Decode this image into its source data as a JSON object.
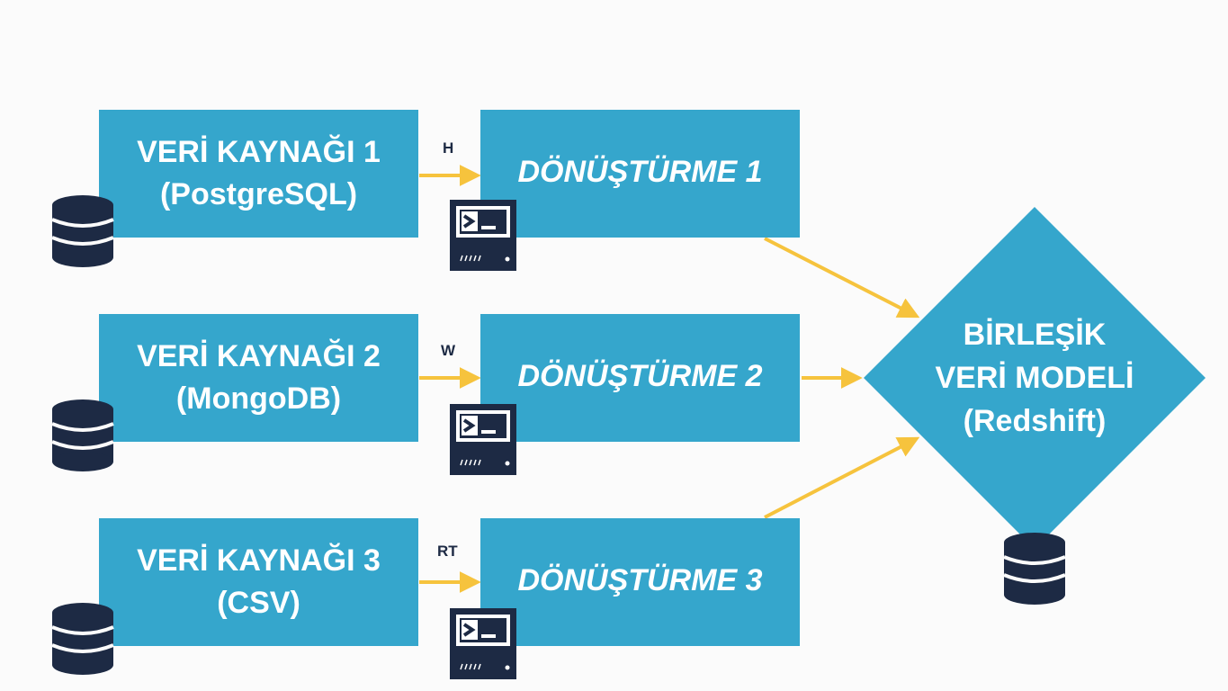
{
  "sources": [
    {
      "title": "VERİ KAYNAĞI 1",
      "subtitle": "(PostgreSQL)"
    },
    {
      "title": "VERİ KAYNAĞI 2",
      "subtitle": "(MongoDB)"
    },
    {
      "title": "VERİ KAYNAĞI 3",
      "subtitle": "(CSV)"
    }
  ],
  "transforms": [
    {
      "title": "DÖNÜŞTÜRME 1",
      "link_label": "H"
    },
    {
      "title": "DÖNÜŞTÜRME 2",
      "link_label": "W"
    },
    {
      "title": "DÖNÜŞTÜRME 3",
      "link_label": "RT"
    }
  ],
  "target": {
    "line1": "BİRLEŞİK",
    "line2": "VERİ MODELİ",
    "line3": "(Redshift)"
  },
  "colors": {
    "box": "#35a6cc",
    "arrow": "#f6c33d",
    "icon": "#1d2a44",
    "text": "#ffffff"
  },
  "icons": {
    "source": "database-icon",
    "transform": "terminal-icon",
    "target": "database-icon"
  }
}
